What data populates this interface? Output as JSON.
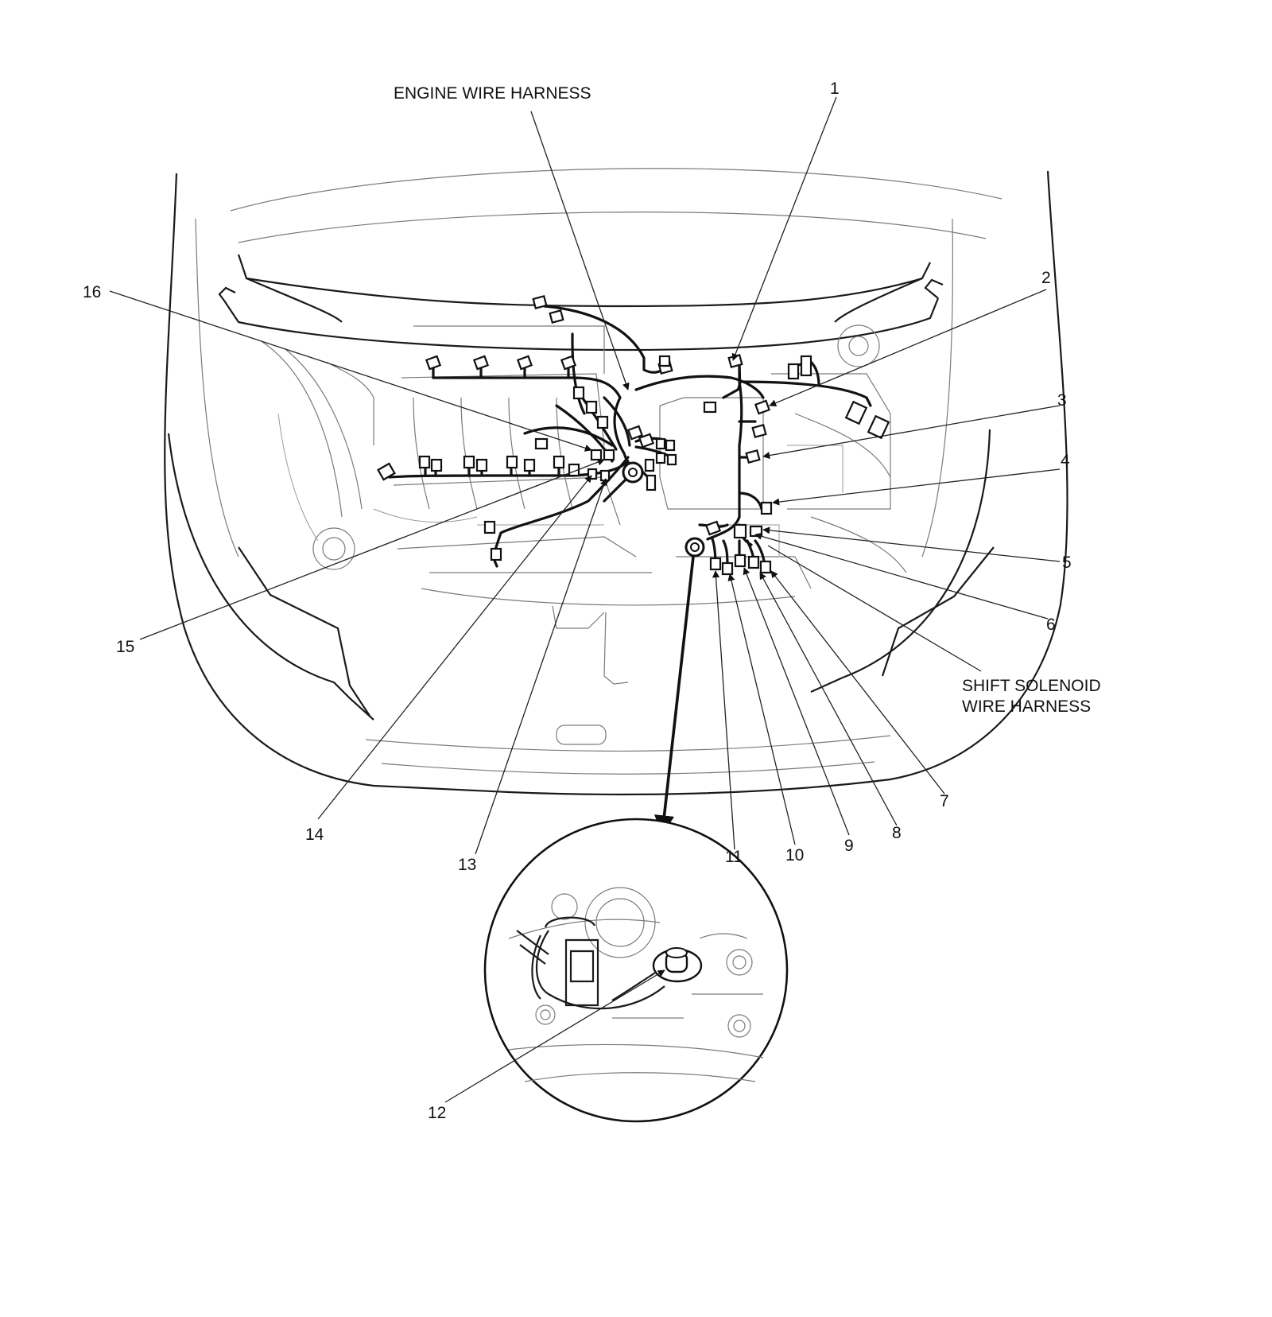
{
  "labels": {
    "engine_wire_harness": "ENGINE WIRE HARNESS",
    "shift_solenoid_line1": "SHIFT SOLENOID",
    "shift_solenoid_line2": "WIRE HARNESS"
  },
  "callouts": [
    "1",
    "2",
    "3",
    "4",
    "5",
    "6",
    "7",
    "8",
    "9",
    "10",
    "11",
    "12",
    "13",
    "14",
    "15",
    "16"
  ]
}
